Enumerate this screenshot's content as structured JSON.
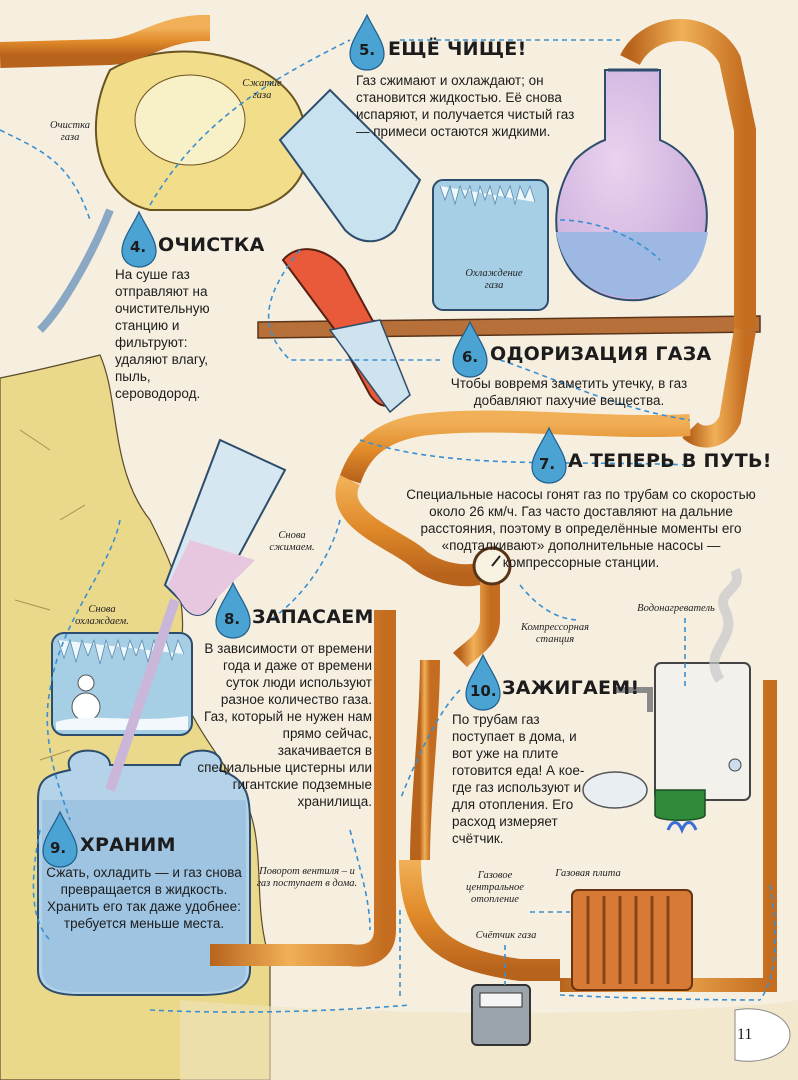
{
  "steps": [
    {
      "num": "5.",
      "title": "ЕЩЁ ЧИЩЕ!",
      "body": "Газ сжимают и охлаждают; он становится жидкостью. Её снова испаряют, и получается чистый газ — примеси остаются жидкими."
    },
    {
      "num": "4.",
      "title": "ОЧИСТКА",
      "body": "На суше газ отправляют на очистительную станцию и фильтруют: удаляют влагу, пыль, сероводород."
    },
    {
      "num": "6.",
      "title": "ОДОРИЗАЦИЯ ГАЗА",
      "body": "Чтобы вовремя заметить утечку, в газ добавляют пахучие вещества."
    },
    {
      "num": "7.",
      "title": "А ТЕПЕРЬ В ПУТЬ!",
      "body": "Специальные насосы гонят газ по трубам со скоростью около 26 км/ч. Газ часто доставляют на дальние расстояния, поэтому в определённые моменты его «подталкивают» дополнительные насосы — компрессорные станции."
    },
    {
      "num": "8.",
      "title": "ЗАПАСАЕМ",
      "body": "В зависимости от времени года и даже от времени суток люди используют разное количество газа. Газ, который не нужен нам прямо сейчас, закачивается в специальные цистерны или гигантские подземные хранилища."
    },
    {
      "num": "9.",
      "title": "ХРАНИМ",
      "body": "Сжать, охладить — и газ снова превращается в жидкость. Хранить его так даже удобнее: требуется меньше места."
    },
    {
      "num": "10.",
      "title": "ЗАЖИГАЕМ!",
      "body": "По трубам газ поступает в дома, и вот уже на плите готовится еда! А кое-где газ используют и для отопления. Его расход измеряет счётчик."
    }
  ],
  "labels": {
    "compression": "Сжатие газа",
    "gas_cleaning": "Очистка газа",
    "cooling": "Охлаждение газа",
    "compress_again": "Снова сжимаем.",
    "cool_again": "Снова охлаждаем.",
    "compressor_station": "Компрессорная станция",
    "water_heater": "Водонагреватель",
    "valve_turn": "Поворот вентиля – и газ поступает в дома.",
    "gas_stove": "Газовая плита",
    "central_heating": "Газовое центральное отопление",
    "gas_meter": "Счётчик газа"
  },
  "page_number": "11",
  "colors": {
    "background": "#f6efe0",
    "pipe": "#e0902f",
    "drop": "#4ba3d4",
    "ground": "#ead98a",
    "dashed_route": "#3a8fd0"
  },
  "icons": [
    "water-drop-icon",
    "pipeline",
    "flask-icon",
    "pressure-gauge-icon",
    "radiator-icon",
    "gas-meter-icon",
    "faucet-icon",
    "water-heater-icon",
    "stove-icon"
  ]
}
